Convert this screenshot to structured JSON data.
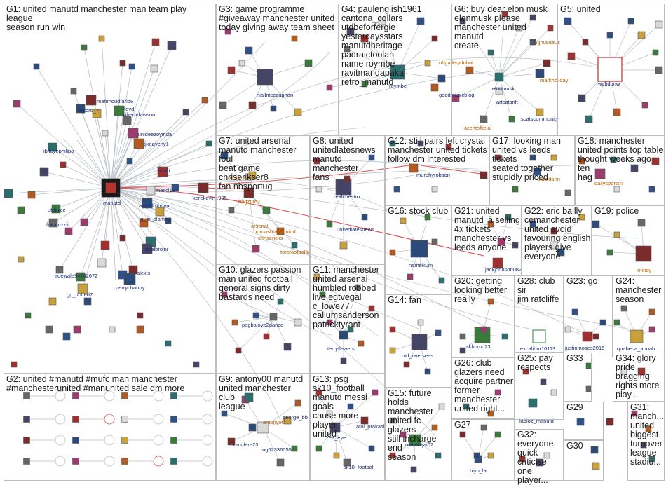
{
  "groups": [
    {
      "id": "G1",
      "title": "G1: united manutd manchester man team play league\nseason run win"
    },
    {
      "id": "G2",
      "title": "G2: united #manutd #mufc man manchester\n#manchesterunited #manunited sale dm more"
    },
    {
      "id": "G3",
      "title": "G3: game programme\n#giveaway manchester united\ntoday giving away team sheet"
    },
    {
      "id": "G4",
      "title": "G4: paulenglish1961\ncantona_collars utdbeforfergie\nyesterdaysstars\nmanutdheritage padraictoolan\nname roymbe\nravitmandapaka retro_manutd"
    },
    {
      "id": "G5",
      "title": "G5: united"
    },
    {
      "id": "G6",
      "title": "G6: buy dear elon musk\nelonmusk please\nmanchester united manutd\ncreate"
    },
    {
      "id": "G7",
      "title": "G7: united arsenal\nmanutd manchester foul\nbeat game chriserikser8\nfan nbsportug"
    },
    {
      "id": "G8",
      "title": "G8: united\nunitedlatesnews\nmanutd manchester\nfans"
    },
    {
      "id": "G9",
      "title": "G9: antony00 manutd\nunited manchester club\nleague"
    },
    {
      "id": "G10",
      "title": "G10: glazers passion\nman united football\ngeneral signs dirty\nbastards need"
    },
    {
      "id": "G11",
      "title": "G11: manchester\nunited arsenal\nhumbled robbed\nlive egtvegal\nc_lowe77\ncallumsanderson\npatricktyrant"
    },
    {
      "id": "G12",
      "title": "G12: still pairs left crystal\nmanchester united tickets\nfollow dm interested"
    },
    {
      "id": "G13",
      "title": "G13: psg\nsk10_football\nmanutd messi goals\ncause more player\nunited"
    },
    {
      "id": "G14",
      "title": "G14: fan"
    },
    {
      "id": "G15",
      "title": "G15: future holds\nmanchester\nunited fc glazers\nstill incharge end\nseason"
    },
    {
      "id": "G16",
      "title": "G16: stock club"
    },
    {
      "id": "G17",
      "title": "G17: looking man\nunited vs leeds tickets\nseated together\nstupidly priced"
    },
    {
      "id": "G18",
      "title": "G18: manchester\nunited points top table\nthought weeks ago ten\nhag"
    },
    {
      "id": "G19",
      "title": "G19: police"
    },
    {
      "id": "G20",
      "title": "G20: getting\nlooking better\nreally"
    },
    {
      "id": "G21",
      "title": "G21: united\nmanutd iâ selling\n4x tickets\nmanchester vs\nleeds anyone"
    },
    {
      "id": "G22",
      "title": "G22: eric bailly\ncemanchester\nunited avoid\nfavouring english\nplayers give\neveryone"
    },
    {
      "id": "G23",
      "title": "G23: go"
    },
    {
      "id": "G24",
      "title": "G24:\nmanchester\nseason"
    },
    {
      "id": "G25",
      "title": "G25: pay\nrespects"
    },
    {
      "id": "G26",
      "title": "G26: club\nglazers need\nacquire partner\nformer\nmanchester\nunited right..."
    },
    {
      "id": "G27",
      "title": "G27"
    },
    {
      "id": "G28",
      "title": "G28: club sir\njim ratcliffe"
    },
    {
      "id": "G29",
      "title": "G29"
    },
    {
      "id": "G30",
      "title": "G30"
    },
    {
      "id": "G31",
      "title": "G31:\nmanch...\nunited\nbiggest\nturnover\nleague\nstadiu..."
    },
    {
      "id": "G32",
      "title": "G32:\neveryone\nquick\ncriticise one\nplayer..."
    },
    {
      "id": "G33",
      "title": "G33"
    },
    {
      "id": "G34",
      "title": "G34: glory\npride\nbragging\nrights more\nplay..."
    }
  ],
  "node_labels": [
    {
      "text": "manutd",
      "name": "node-label-manutd"
    },
    {
      "text": "mahmoudfarid6",
      "name": "node-label-mahmoudfarid6"
    },
    {
      "text": "agibro_7",
      "name": "node-label-agibro-7"
    },
    {
      "text": "nevd",
      "name": "node-label-nevd"
    },
    {
      "text": "kiberudawson",
      "name": "node-label-kiberudawson"
    },
    {
      "text": "junideezoyinda",
      "name": "node-label-junideezoyinda"
    },
    {
      "text": "tjkeaveny1",
      "name": "node-label-tjkeaveny1"
    },
    {
      "text": "ibitoyephilipo",
      "name": "node-label-ibitoyephilipo"
    },
    {
      "text": "okilski",
      "name": "node-label-okilski"
    },
    {
      "text": "macci13",
      "name": "node-label-macci13"
    },
    {
      "text": "kerekevin1995",
      "name": "node-label-kerekevin1995"
    },
    {
      "text": "arnoldmboya",
      "name": "node-label-arnoldmboya"
    },
    {
      "text": "utdjuice",
      "name": "node-label-utdjuice"
    },
    {
      "text": "francuzzii",
      "name": "node-label-francuzzii"
    },
    {
      "text": "g_m_dlamini",
      "name": "node-label-g-m-dlamini"
    },
    {
      "text": "nuelbrojnr",
      "name": "node-label-nuelbrojnr"
    },
    {
      "text": "adewale94742672",
      "name": "node-label-adewale94742672"
    },
    {
      "text": "alexis",
      "name": "node-label-alexis"
    },
    {
      "text": "perrychantry",
      "name": "node-label-perrychantry"
    },
    {
      "text": "gp_united7",
      "name": "node-label-gp-united7"
    },
    {
      "text": "niallmccaughan",
      "name": "node-label-niallmccaughan"
    },
    {
      "text": "roymbe",
      "name": "node-label-roymbe"
    },
    {
      "text": "goodmusicblog",
      "name": "node-label-goodmusicblog"
    },
    {
      "text": "nbsportug",
      "name": "node-label-nbsportug"
    },
    {
      "text": "bagzpro7",
      "name": "node-label-bagzpro7"
    },
    {
      "text": "arsenal",
      "name": "node-label-arsenal"
    },
    {
      "text": "ourunsbtablemind",
      "name": "node-label-ourunsbtablemind"
    },
    {
      "text": "chrisericks",
      "name": "node-label-chrisericks"
    },
    {
      "text": "torofootballtv",
      "name": "node-label-torofootballtv"
    },
    {
      "text": "realchestro",
      "name": "node-label-realchestro"
    },
    {
      "text": "unitedlatesnews",
      "name": "node-label-unitedlatesnews"
    },
    {
      "text": "murphyrobson",
      "name": "node-label-murphyrobson"
    },
    {
      "text": "elonmusk",
      "name": "node-label-elonmusk"
    },
    {
      "text": "artcatsnft",
      "name": "node-label-artcatsnft"
    },
    {
      "text": "markholiday",
      "name": "node-label-markholiday"
    },
    {
      "text": "nftgallerydubai",
      "name": "node-label-nftgallerydubai"
    },
    {
      "text": "magnusdeus",
      "name": "node-label-magnusdeus"
    },
    {
      "text": "scatscommunity",
      "name": "node-label-scatscommunity"
    },
    {
      "text": "accntofficial",
      "name": "node-label-accntofficial"
    },
    {
      "text": "wafidonw",
      "name": "node-label-wafidonw"
    },
    {
      "text": "utdaidann",
      "name": "node-label-utdaidann"
    },
    {
      "text": "dailysportsn",
      "name": "node-label-dailysportsn"
    },
    {
      "text": "jackjohnson082",
      "name": "node-label-jackjohnson082"
    },
    {
      "text": "namsikum",
      "name": "node-label-namsikum"
    },
    {
      "text": "_mindy_",
      "name": "node-label-mindy"
    },
    {
      "text": "pogbalove2dance",
      "name": "node-label-pogbalove2dance"
    },
    {
      "text": "terryflewers",
      "name": "node-label-terryflewers"
    },
    {
      "text": "utd_overseas",
      "name": "node-label-utd-overseas"
    },
    {
      "text": "skhomo23",
      "name": "node-label-skhomo23"
    },
    {
      "text": "excalibur10113",
      "name": "node-label-excalibur10113"
    },
    {
      "text": "justinmoses2015",
      "name": "node-label-justinmoses2015"
    },
    {
      "text": "quabena_aboah",
      "name": "node-label-quabena-aboah"
    },
    {
      "text": "antony00",
      "name": "node-label-antony00"
    },
    {
      "text": "george_bb",
      "name": "node-label-george-bb"
    },
    {
      "text": "omolere23",
      "name": "node-label-omolere23"
    },
    {
      "text": "mg52336055",
      "name": "node-label-mg52336055"
    },
    {
      "text": "zea_eye",
      "name": "node-label-zea-eye"
    },
    {
      "text": "atul_prakash",
      "name": "node-label-atul-prakash"
    },
    {
      "text": "sk10_football",
      "name": "node-label-sk10-football"
    },
    {
      "text": "nishantjain7",
      "name": "node-label-nishantjain7"
    },
    {
      "text": "biyo_lar",
      "name": "node-label-biyo-lar"
    },
    {
      "text": "ladioz_manutd",
      "name": "node-label-ladioz-manutd"
    }
  ],
  "colors": {
    "box_border": "#bdbdbd",
    "edge": "#b9bfc7",
    "edge_highlight": "#e05050",
    "label": "#1a2a6c",
    "label_orange": "#b06000"
  }
}
